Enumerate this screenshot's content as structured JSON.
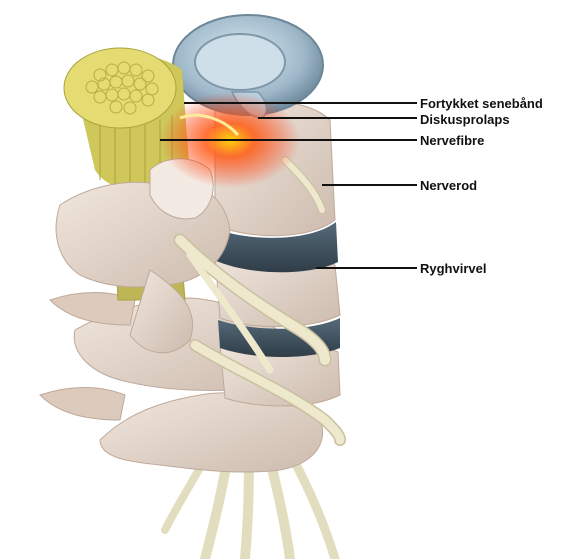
{
  "labels": [
    {
      "id": "fortykket-seneband",
      "text": "Fortykket senebånd"
    },
    {
      "id": "diskusprolaps",
      "text": "Diskusprolaps"
    },
    {
      "id": "nervefibre",
      "text": "Nervefibre"
    },
    {
      "id": "nerverod",
      "text": "Nerverod"
    },
    {
      "id": "ryghvirvel",
      "text": "Ryghvirvel"
    }
  ],
  "colors": {
    "bone": "#e6d9cf",
    "bone_shadow": "#c7b5a8",
    "disc": "#3f4f5c",
    "disc_top": "#a9c3d3",
    "nerve": "#ece6c8",
    "nerve_fibres": "#d9d264",
    "inflammation": "#ff3b10",
    "leader_line": "#111111"
  }
}
